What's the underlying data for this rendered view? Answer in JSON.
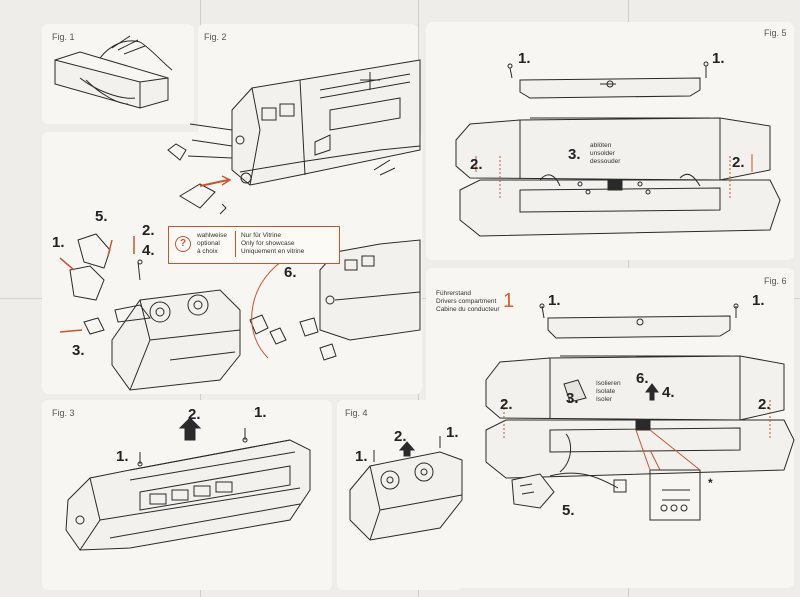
{
  "figures": {
    "fig1": "Fig. 1",
    "fig2": "Fig. 2",
    "fig3": "Fig. 3",
    "fig4": "Fig. 4",
    "fig5": "Fig. 5",
    "fig6": "Fig. 6"
  },
  "fig2_steps": {
    "s1": "1.",
    "s2": "2.",
    "s3": "3.",
    "s4": "4.",
    "s5": "5.",
    "s6": "6."
  },
  "fig2_note": {
    "line1_left": "wahlweise",
    "line2_left": "optional",
    "line3_left": "à choix",
    "line1_right": "Nur für Vitrine",
    "line2_right": "Only for showcase",
    "line3_right": "Uniquement en vitrine"
  },
  "fig3_steps": {
    "s1": "1.",
    "s1b": "1.",
    "s2": "2."
  },
  "fig4_steps": {
    "s1": "1.",
    "s1b": "1.",
    "s2": "2."
  },
  "fig5_steps": {
    "s1": "1.",
    "s1b": "1.",
    "s2": "2.",
    "s2b": "2.",
    "s3": "3."
  },
  "fig5_note": {
    "l1": "ablöten",
    "l2": "unsolder",
    "l3": "dessouder"
  },
  "fig6_header": {
    "l1": "Führerstand",
    "l2": "Drivers compartment",
    "l3": "Cabine du conducteur",
    "num": "1"
  },
  "fig6_steps": {
    "s1": "1.",
    "s1b": "1.",
    "s2": "2.",
    "s2b": "2.",
    "s3": "3.",
    "s4": "4.",
    "s5": "5.",
    "s6": "6.",
    "star": "*"
  },
  "fig6_note": {
    "l1": "Isolieren",
    "l2": "Isolate",
    "l3": "Isoler"
  },
  "colors": {
    "accent": "#c8552f",
    "line": "#2a2a2a",
    "paper": "#f7f6f3"
  }
}
